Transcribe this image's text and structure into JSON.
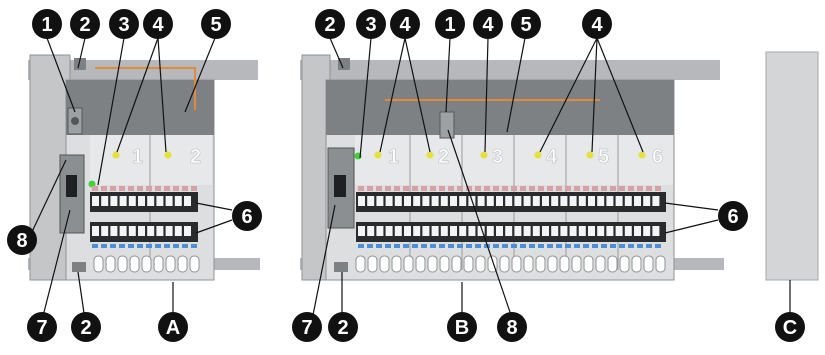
{
  "callouts": {
    "c1": "1",
    "c2": "2",
    "c3": "3",
    "c4": "4",
    "c5": "5",
    "c6": "6",
    "c7": "7",
    "c8": "8",
    "cA": "A",
    "cB": "B",
    "cC": "C"
  },
  "module_numbers": {
    "a1": "1",
    "a2": "2",
    "b1": "1",
    "b2": "2",
    "b3": "3",
    "b4": "4",
    "b5": "5",
    "b6": "6"
  },
  "colors": {
    "housing": "#cfd1d3",
    "housing_dark": "#a9acaf",
    "frame_dark": "#6f7275",
    "terminal": "#2a2b2d",
    "led_yellow": "#e8e03a",
    "led_green": "#3fd43c",
    "wire_orange": "#e08a3a",
    "callout_fill": "#111111",
    "callout_text": "#ffffff"
  }
}
